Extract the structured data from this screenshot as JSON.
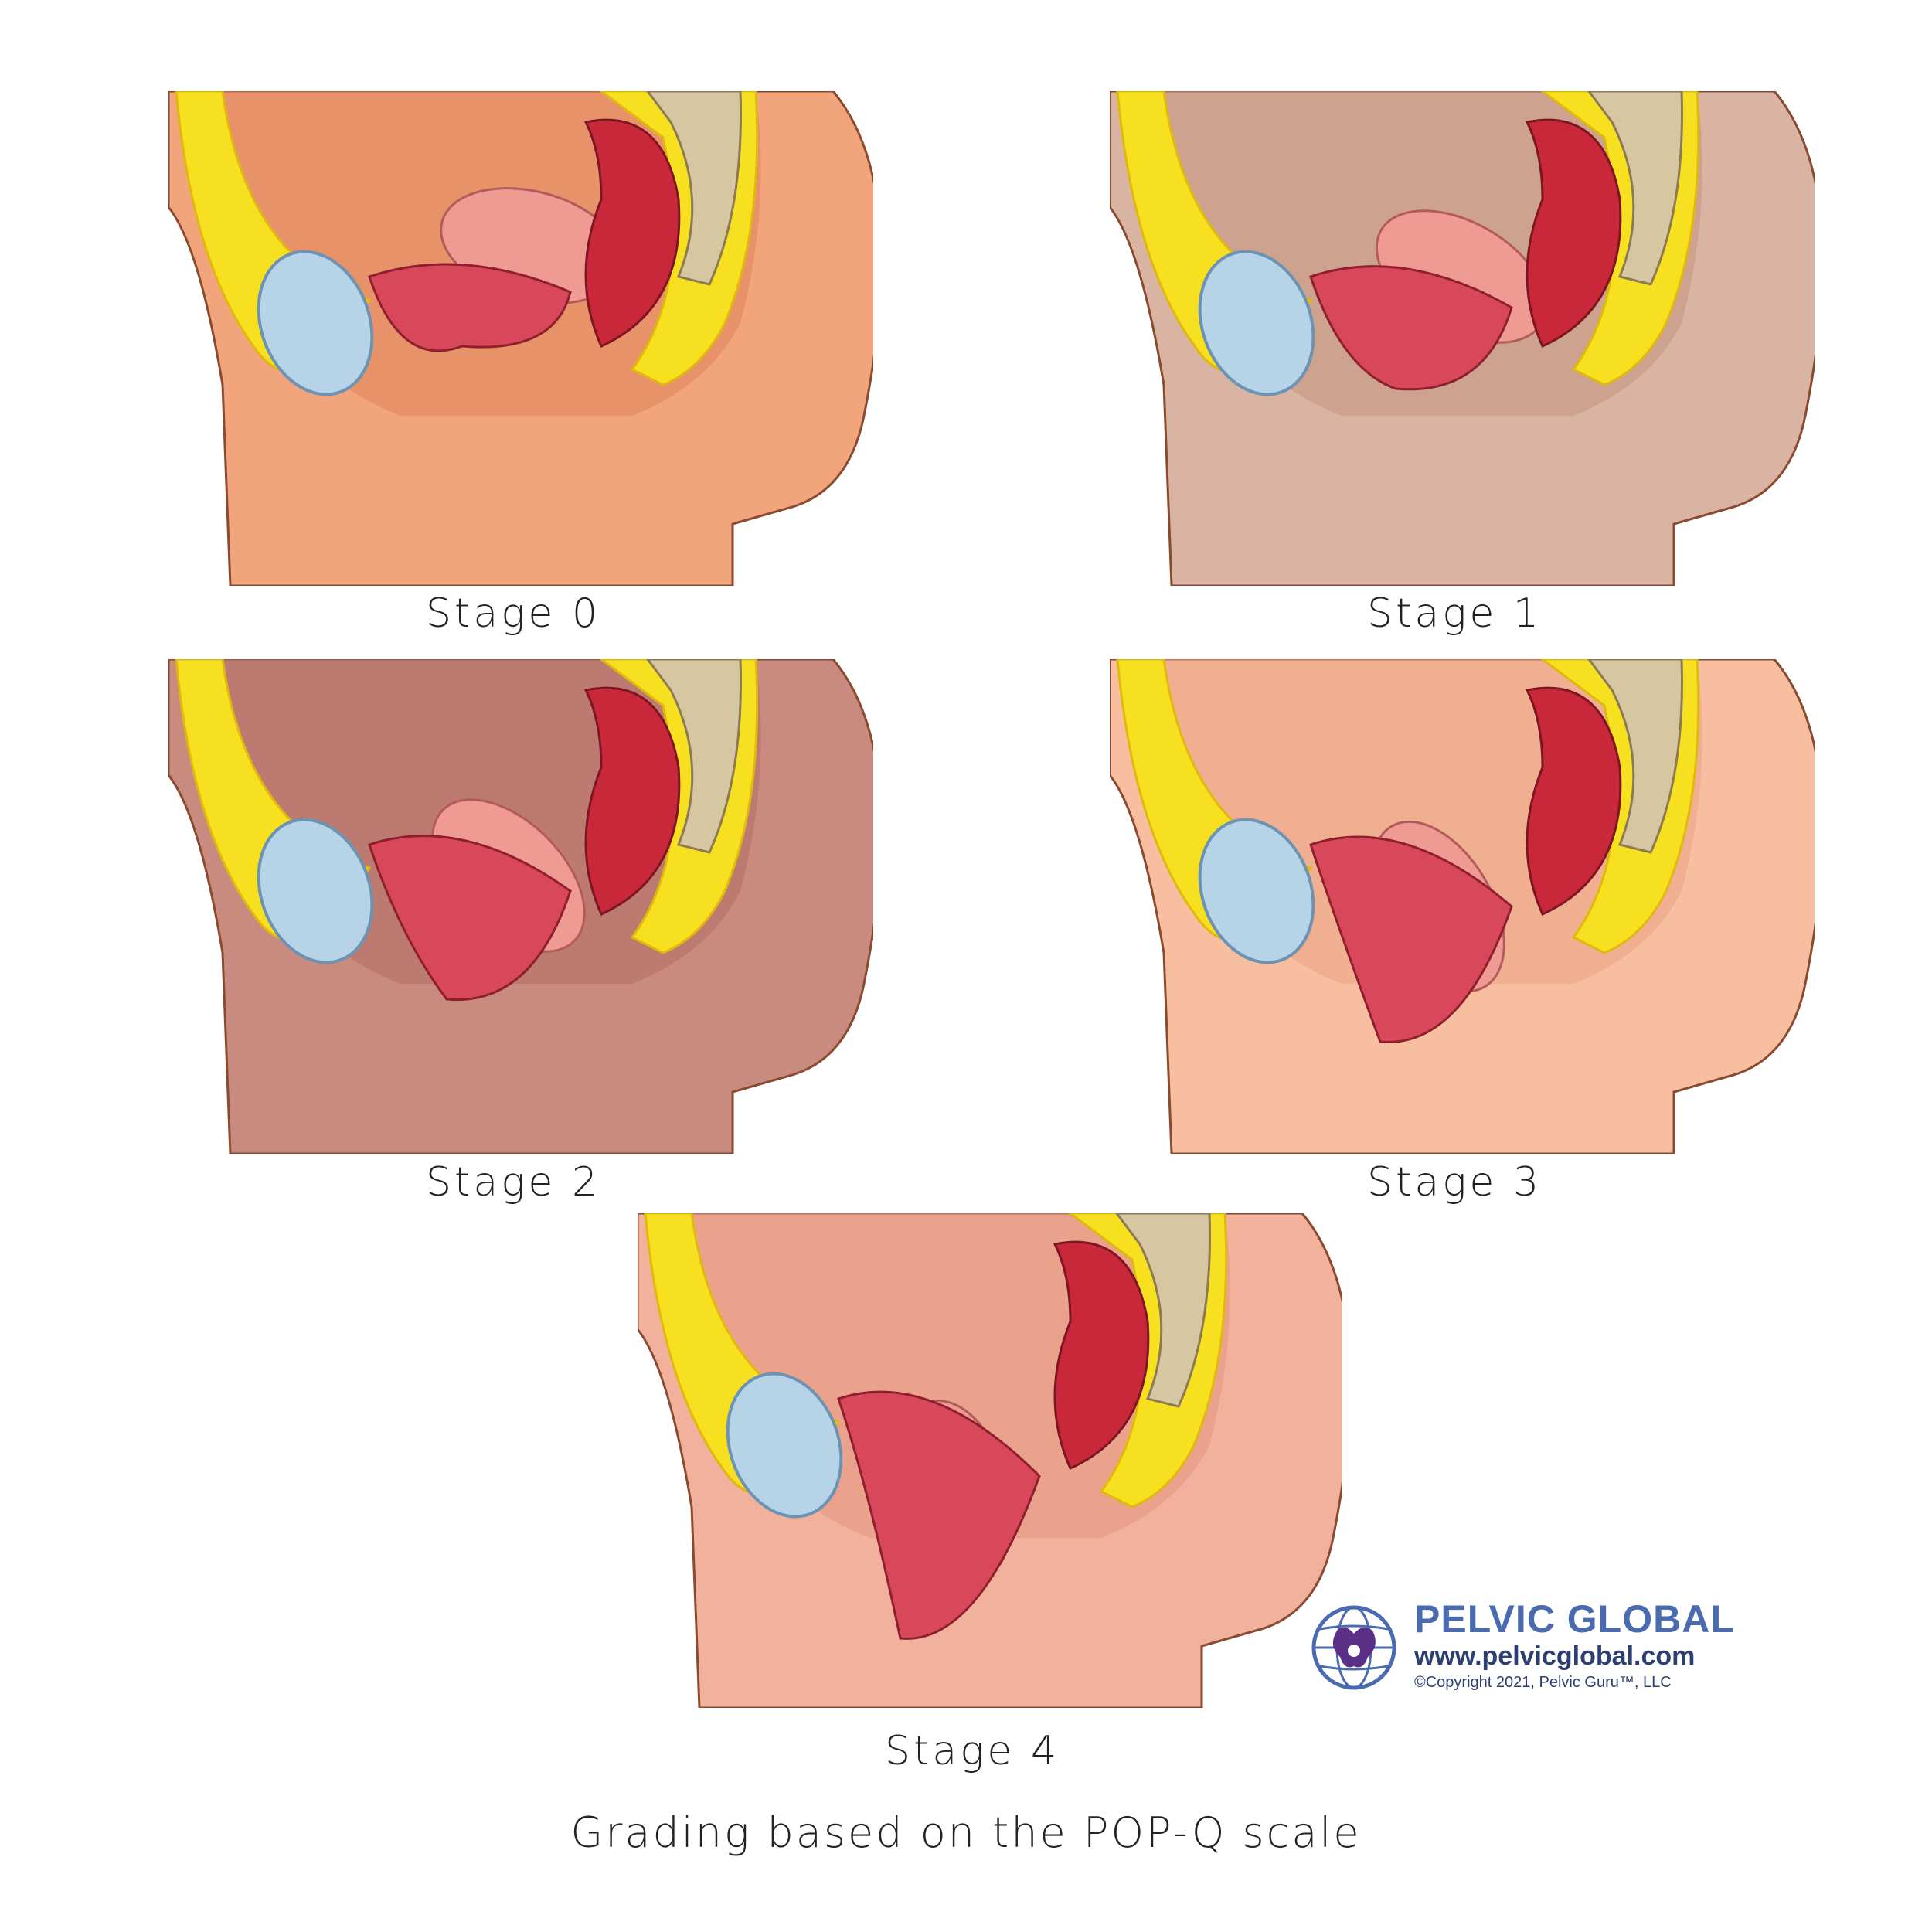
{
  "panels": [
    {
      "label": "Stage 0",
      "prolapse": 0,
      "skin": "#f2a47c",
      "skin_dark": "#e0835b"
    },
    {
      "label": "Stage 1",
      "prolapse": 0.25,
      "skin": "#d9b4a2",
      "skin_dark": "#c29380"
    },
    {
      "label": "Stage 2",
      "prolapse": 0.5,
      "skin": "#c98b80",
      "skin_dark": "#b06e63"
    },
    {
      "label": "Stage 3",
      "prolapse": 0.75,
      "skin": "#f7bfa0",
      "skin_dark": "#e9a383"
    },
    {
      "label": "Stage 4",
      "prolapse": 1.0,
      "skin": "#f2b19c",
      "skin_dark": "#e39580"
    }
  ],
  "footer": "Grading based on the POP-Q scale",
  "logo": {
    "brand": "PELVIC GLOBAL",
    "url": "www.pelvicglobal.com",
    "copyright": "©Copyright 2021, Pelvic Guru™, LLC",
    "colors": {
      "blue": "#4a6bb0",
      "navy": "#2d3e73",
      "purple": "#5b2f86"
    }
  },
  "colors": {
    "fat": "#f7e020",
    "fat_dark": "#e0b80e",
    "bladder": "#b7d3e8",
    "uterus": "#ef9a93",
    "vagina": "#d9485a",
    "rectum": "#c8283a",
    "bone": "#d6c6a2"
  }
}
